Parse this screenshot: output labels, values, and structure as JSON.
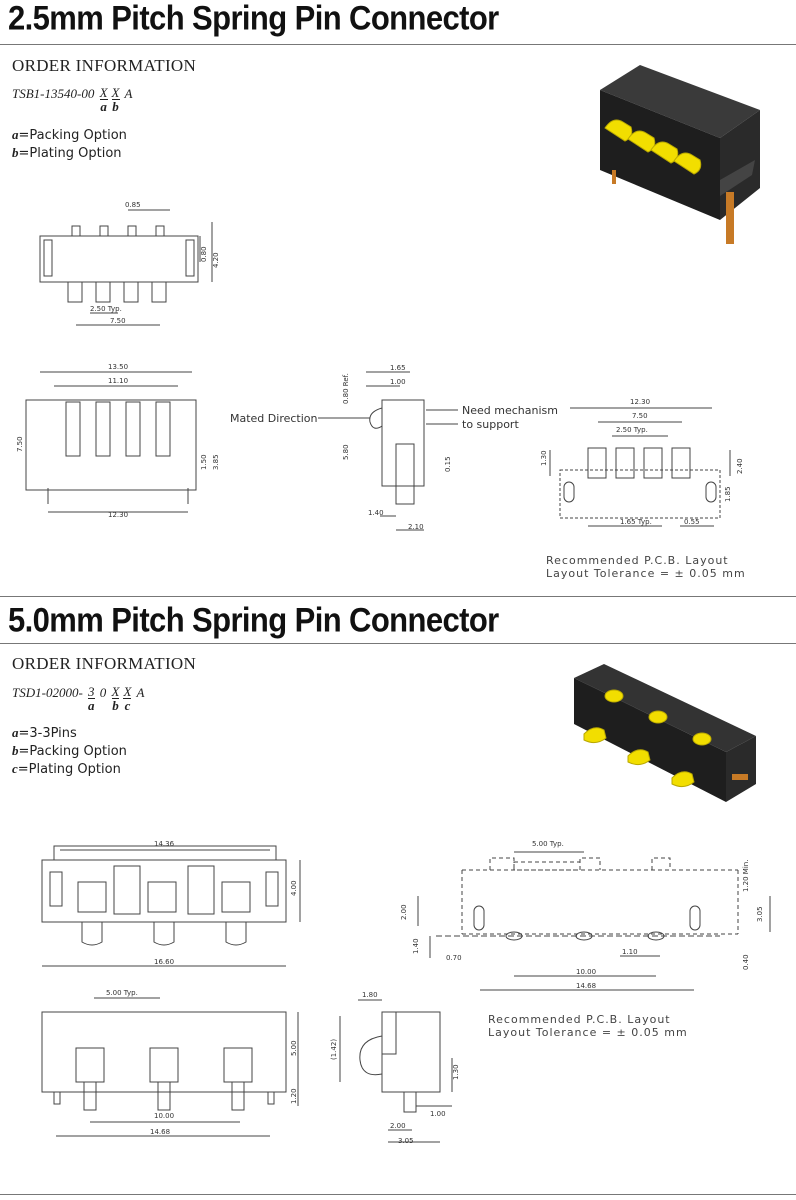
{
  "section1": {
    "title": "2.5mm Pitch Spring Pin Connector",
    "order_heading": "ORDER INFORMATION",
    "part_prefix": "TSB1-13540-00",
    "part_x1": "X",
    "part_a": "a",
    "part_x2": "X",
    "part_b": "b",
    "part_suffix": "A",
    "opt_a_key": "a",
    "opt_a_text": "=Packing Option",
    "opt_b_key": "b",
    "opt_b_text": "=Plating Option",
    "top_view": {
      "d_085": "0.85",
      "d_080": "0.80",
      "d_420": "4.20",
      "d_250": "2.50 Typ.",
      "d_750": "7.50"
    },
    "front_view": {
      "d_1350": "13.50",
      "d_1110": "11.10",
      "d_750": "7.50",
      "d_150": "1.50",
      "d_385": "3.85",
      "d_1230": "12.30"
    },
    "side_view": {
      "d_080": "0.80 Ref.",
      "d_165": "1.65",
      "d_100": "1.00",
      "d_580": "5.80",
      "d_015": "0.15",
      "d_140": "1.40",
      "d_210": "2.10",
      "mated": "Mated Direction",
      "need1": "Need mechanism",
      "need2": "to support"
    },
    "pcb": {
      "d_1230": "12.30",
      "d_750": "7.50",
      "d_250": "2.50 Typ.",
      "d_130": "1.30",
      "d_240": "2.40",
      "d_185": "1.85",
      "d_165": "1.65 Typ.",
      "d_055": "0.55",
      "note1": "Recommended   P.C.B.  Layout",
      "note2": "Layout Tolerance  =  ±  0.05   mm"
    }
  },
  "section2": {
    "title": "5.0mm Pitch Spring Pin Connector",
    "order_heading": "ORDER INFORMATION",
    "part_prefix": "TSD1-02000-",
    "part_3": "3",
    "part_a": "a",
    "part_0": "0",
    "part_x1": "X",
    "part_b": "b",
    "part_x2": "X",
    "part_c": "c",
    "part_suffix": "A",
    "opt_a_key": "a",
    "opt_a_text": "=3-3Pins",
    "opt_b_key": "b",
    "opt_b_text": "=Packing Option",
    "opt_c_key": "c",
    "opt_c_text": "=Plating Option",
    "top_view": {
      "d_1436": "14.36",
      "d_400": "4.00",
      "d_1660": "16.60"
    },
    "front_view": {
      "d_500": "5.00 Typ.",
      "d_500v": "5.00",
      "d_120": "1.20",
      "d_1000": "10.00",
      "d_1468": "14.68"
    },
    "side_view": {
      "d_180": "1.80",
      "d_142": "(1.42)",
      "d_130": "1.30",
      "d_100": "1.00",
      "d_200": "2.00",
      "d_305": "3.05"
    },
    "pcb": {
      "d_500": "5.00 Typ.",
      "d_120": "1.20 Min.",
      "d_200": "2.00",
      "d_305": "3.05",
      "d_140": "1.40",
      "d_070": "0.70",
      "d_110": "1.10",
      "d_040": "0.40",
      "d_1000": "10.00",
      "d_1468": "14.68",
      "note1": "Recommended   P.C.B.  Layout",
      "note2": "Layout Tolerance  =  ±  0.05   mm"
    }
  },
  "colors": {
    "pin_yellow": "#f2de00",
    "body_black": "#1e1e1e",
    "line": "#444444"
  }
}
